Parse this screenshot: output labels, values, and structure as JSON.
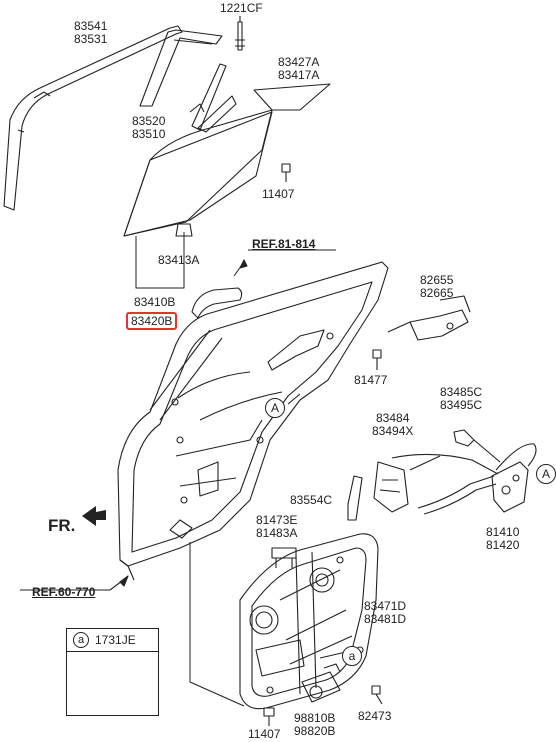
{
  "labels": {
    "glass_run_outer": [
      "83541",
      "83531"
    ],
    "bolt_top": "1221CF",
    "glass_assy": [
      "83427A",
      "83417A"
    ],
    "channel": [
      "83520",
      "83510"
    ],
    "bolt_11407_top": "11407",
    "clip": "83413A",
    "door_panel": "83410B",
    "door_panel_highlight": "83420B",
    "ref_top": "REF.81-814",
    "inside_handle": [
      "82655",
      "82665"
    ],
    "screw_81477": "81477",
    "check_rod": [
      "83485C",
      "83495C"
    ],
    "regulator_motor_link": [
      "83484",
      "83494X"
    ],
    "trim_strip": "83554C",
    "bracket": [
      "81473E",
      "81483A"
    ],
    "latch": [
      "81410",
      "81420"
    ],
    "regulator_assy": [
      "83471D",
      "83481D"
    ],
    "motor": [
      "98810B",
      "98820B"
    ],
    "bolt_82473": "82473",
    "bolt_11407_bottom": "11407",
    "ref_bottom": "REF.60-770"
  },
  "markers": {
    "a": "A",
    "b": "a"
  },
  "fr_label": "FR.",
  "legend": {
    "marker": "a",
    "code": "1731JE"
  },
  "colors": {
    "line": "#222222",
    "highlight": "#e0342c"
  }
}
